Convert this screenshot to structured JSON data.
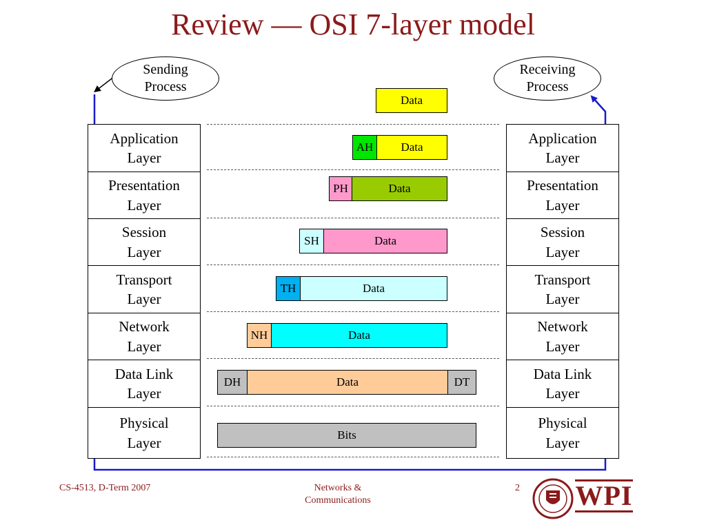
{
  "title": "Review — OSI 7-layer model",
  "sending_process": "Sending\nProcess",
  "receiving_process": "Receiving\nProcess",
  "layers": [
    "Application\nLayer",
    "Presentation\nLayer",
    "Session\nLayer",
    "Transport\nLayer",
    "Network\nLayer",
    "Data Link\nLayer",
    "Physical\nLayer"
  ],
  "packets": {
    "top": {
      "data": "Data"
    },
    "application": {
      "header": "AH",
      "data": "Data"
    },
    "presentation": {
      "header": "PH",
      "data": "Data"
    },
    "session": {
      "header": "SH",
      "data": "Data"
    },
    "transport": {
      "header": "TH",
      "data": "Data"
    },
    "network": {
      "header": "NH",
      "data": "Data"
    },
    "datalink": {
      "header": "DH",
      "data": "Data",
      "trailer": "DT"
    },
    "physical": {
      "data": "Bits"
    }
  },
  "colors": {
    "title": "#8b1a1a",
    "arrow": "#1a1acc",
    "data_yellow": "#ffff00",
    "ah_green": "#00e600",
    "ph_pink": "#ff99cc",
    "pres_data_green": "#99cc00",
    "sh_lightcyan": "#ccffff",
    "th_blue": "#00b0f0",
    "nh_peach": "#ffcc99",
    "net_data_cyan": "#00ffff",
    "dl_grey": "#c0c0c0",
    "dl_data_peach": "#ffcc99",
    "bits_grey": "#c0c0c0"
  },
  "footer": {
    "course": "CS-4513, D-Term 2007",
    "subject": "Networks &\nCommunications",
    "page": "2",
    "logo_text": "WPI"
  }
}
